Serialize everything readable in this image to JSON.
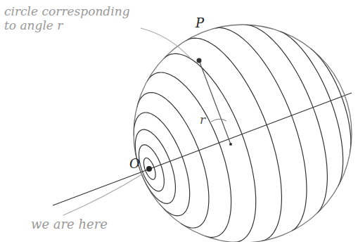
{
  "diagram": {
    "labels": [
      "circle corresponding to angle r",
      "P",
      "O",
      "r",
      "we are here"
    ]
  }
}
